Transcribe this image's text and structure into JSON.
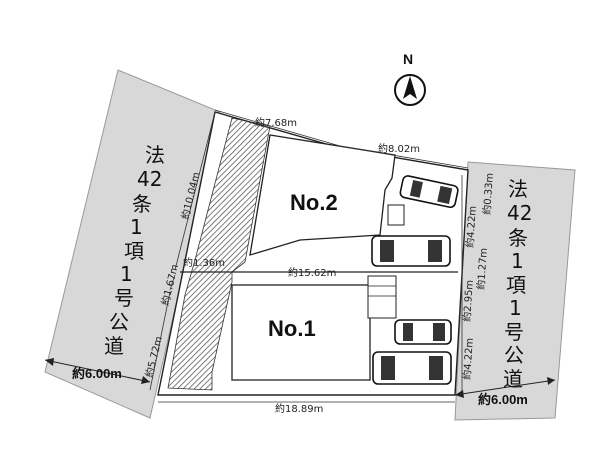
{
  "compass": {
    "letter": "N"
  },
  "roads": {
    "left_label_chars": [
      "法",
      "42",
      "条",
      "1",
      "項",
      "1",
      "号",
      "公",
      "道"
    ],
    "right_label_chars": [
      "法",
      "42",
      "条",
      "1",
      "項",
      "1",
      "号",
      "公",
      "道"
    ],
    "left_width": "約6.00m",
    "right_width": "約6.00m"
  },
  "lots": {
    "no1": "No.1",
    "no2": "No.2"
  },
  "dimensions": {
    "top_left": "約7.68m",
    "top_right": "約8.02m",
    "left_upper": "約10.04m",
    "left_middle": "約1.67m",
    "left_lower": "約5.72m",
    "inner_gap": "約1.36m",
    "middle_boundary": "約15.62m",
    "bottom": "約18.89m",
    "right_top": "約0.33m",
    "right_upper": "約4.22m",
    "right_mid": "約1.27m",
    "right_lower_mid": "約2.95m",
    "right_bottom": "約4.22m"
  }
}
